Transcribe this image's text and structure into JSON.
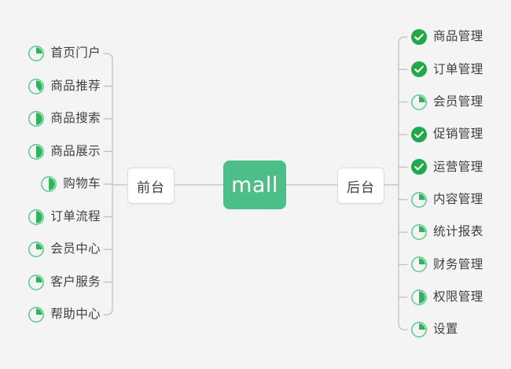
{
  "diagram": {
    "title": "mall",
    "root": {
      "label": "mall",
      "color": "#4cbe87",
      "text_color": "#ffffff"
    },
    "palette": {
      "background": "#f4f4f4",
      "connector": "#bdbdbd",
      "ring_green": "#5cc98a",
      "pie_green": "#2fb35f",
      "check_green": "#20a84a",
      "text": "#3f3f3f",
      "box_border": "#dcdcdc",
      "box_fill": "#ffffff"
    },
    "branches": [
      {
        "id": "frontend",
        "label": "前台",
        "side": "left",
        "items": [
          {
            "label": "首页门户",
            "icon": "pie-quarter-icon",
            "progress": 25
          },
          {
            "label": "商品推荐",
            "icon": "pie-icon",
            "progress": 40
          },
          {
            "label": "商品搜索",
            "icon": "pie-half-icon",
            "progress": 50
          },
          {
            "label": "商品展示",
            "icon": "pie-half-icon",
            "progress": 50
          },
          {
            "label": "购物车",
            "icon": "pie-half-icon",
            "progress": 50
          },
          {
            "label": "订单流程",
            "icon": "pie-half-icon",
            "progress": 50
          },
          {
            "label": "会员中心",
            "icon": "pie-quarter-icon",
            "progress": 25
          },
          {
            "label": "客户服务",
            "icon": "pie-quarter-icon",
            "progress": 25
          },
          {
            "label": "帮助中心",
            "icon": "pie-quarter-icon",
            "progress": 25
          }
        ]
      },
      {
        "id": "backend",
        "label": "后台",
        "side": "right",
        "items": [
          {
            "label": "商品管理",
            "icon": "check-circle-icon",
            "progress": 100
          },
          {
            "label": "订单管理",
            "icon": "check-circle-icon",
            "progress": 100
          },
          {
            "label": "会员管理",
            "icon": "pie-quarter-icon",
            "progress": 25
          },
          {
            "label": "促销管理",
            "icon": "check-circle-icon",
            "progress": 100
          },
          {
            "label": "运营管理",
            "icon": "check-circle-icon",
            "progress": 100
          },
          {
            "label": "内容管理",
            "icon": "pie-quarter-icon",
            "progress": 25
          },
          {
            "label": "统计报表",
            "icon": "pie-quarter-icon",
            "progress": 25
          },
          {
            "label": "财务管理",
            "icon": "pie-quarter-icon",
            "progress": 25
          },
          {
            "label": "权限管理",
            "icon": "pie-half-icon",
            "progress": 50
          },
          {
            "label": "设置",
            "icon": "pie-quarter-icon",
            "progress": 25
          }
        ]
      }
    ]
  }
}
